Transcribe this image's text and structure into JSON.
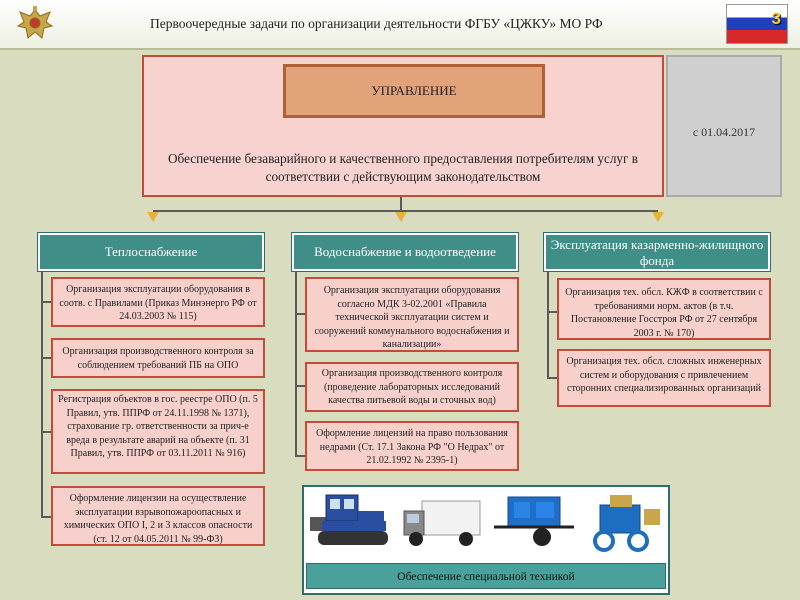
{
  "header": {
    "title": "Первоочередные задачи по организации деятельности ФГБУ «ЦЖКУ» МО РФ",
    "slide_number": "3"
  },
  "management": {
    "title": "УПРАВЛЕНИЕ",
    "text": "Обеспечение безаварийного и качественного предоставления потребителям услуг в соответствии с действующим законодательством",
    "date": "с 01.04.2017"
  },
  "columns": [
    {
      "title": "Теплоснабжение",
      "items": [
        "Организация эксплуатации оборудования в соотв. с Правилами (Приказ Минэнерго РФ от 24.03.2003 № 115)",
        "Организация производственного контроля за соблюдением требований ПБ на ОПО",
        "Регистрация объектов в гос. реестре ОПО (п. 5 Правил, утв. ППРФ от 24.11.1998 № 1371), страхование гр. ответственности за прич-е вреда в результате аварий на объекте (п. 31 Правил, утв. ППРФ от 03.11.2011 № 916)",
        "Оформление лицензии на осуществление эксплуатации взрывопожароопасных и химических ОПО I, 2 и 3 классов опасности (ст. 12 от 04.05.2011 № 99-ФЗ)"
      ]
    },
    {
      "title": "Водоснабжение и водоотведение",
      "items": [
        "Организация эксплуатации оборудования согласно МДК 3-02.2001 «Правила технической эксплуатации систем и сооружений коммунального водоснабжения и канализации»",
        "Организация производственного контроля (проведение лабораторных исследований качества питьевой воды и сточных вод)",
        "Оформление лицензий на право пользования недрами (Ст. 17.1 Закона РФ \"О Недрах\" от 21.02.1992 № 2395-1)"
      ]
    },
    {
      "title": "Эксплуатация казарменно-жилищного фонда",
      "items": [
        "Организация тех. обсл. КЖФ в соответствии с требованиями норм. актов (в т.ч. Постановление Госстроя РФ от 27 сентября 2003 г. № 170)",
        "Организация тех. обсл. сложных инженерных систем и оборудования с привлечением сторонних специализированных организаций"
      ]
    }
  ],
  "equipment": {
    "label": "Обеспечение специальной техникой"
  },
  "colors": {
    "background": "#d9dcbf",
    "pink_fill": "#f8d2cf",
    "red_border": "#c24b3a",
    "teal": "#3f8e88",
    "orange": "#e2a27a",
    "arrow": "#e5b23a"
  }
}
